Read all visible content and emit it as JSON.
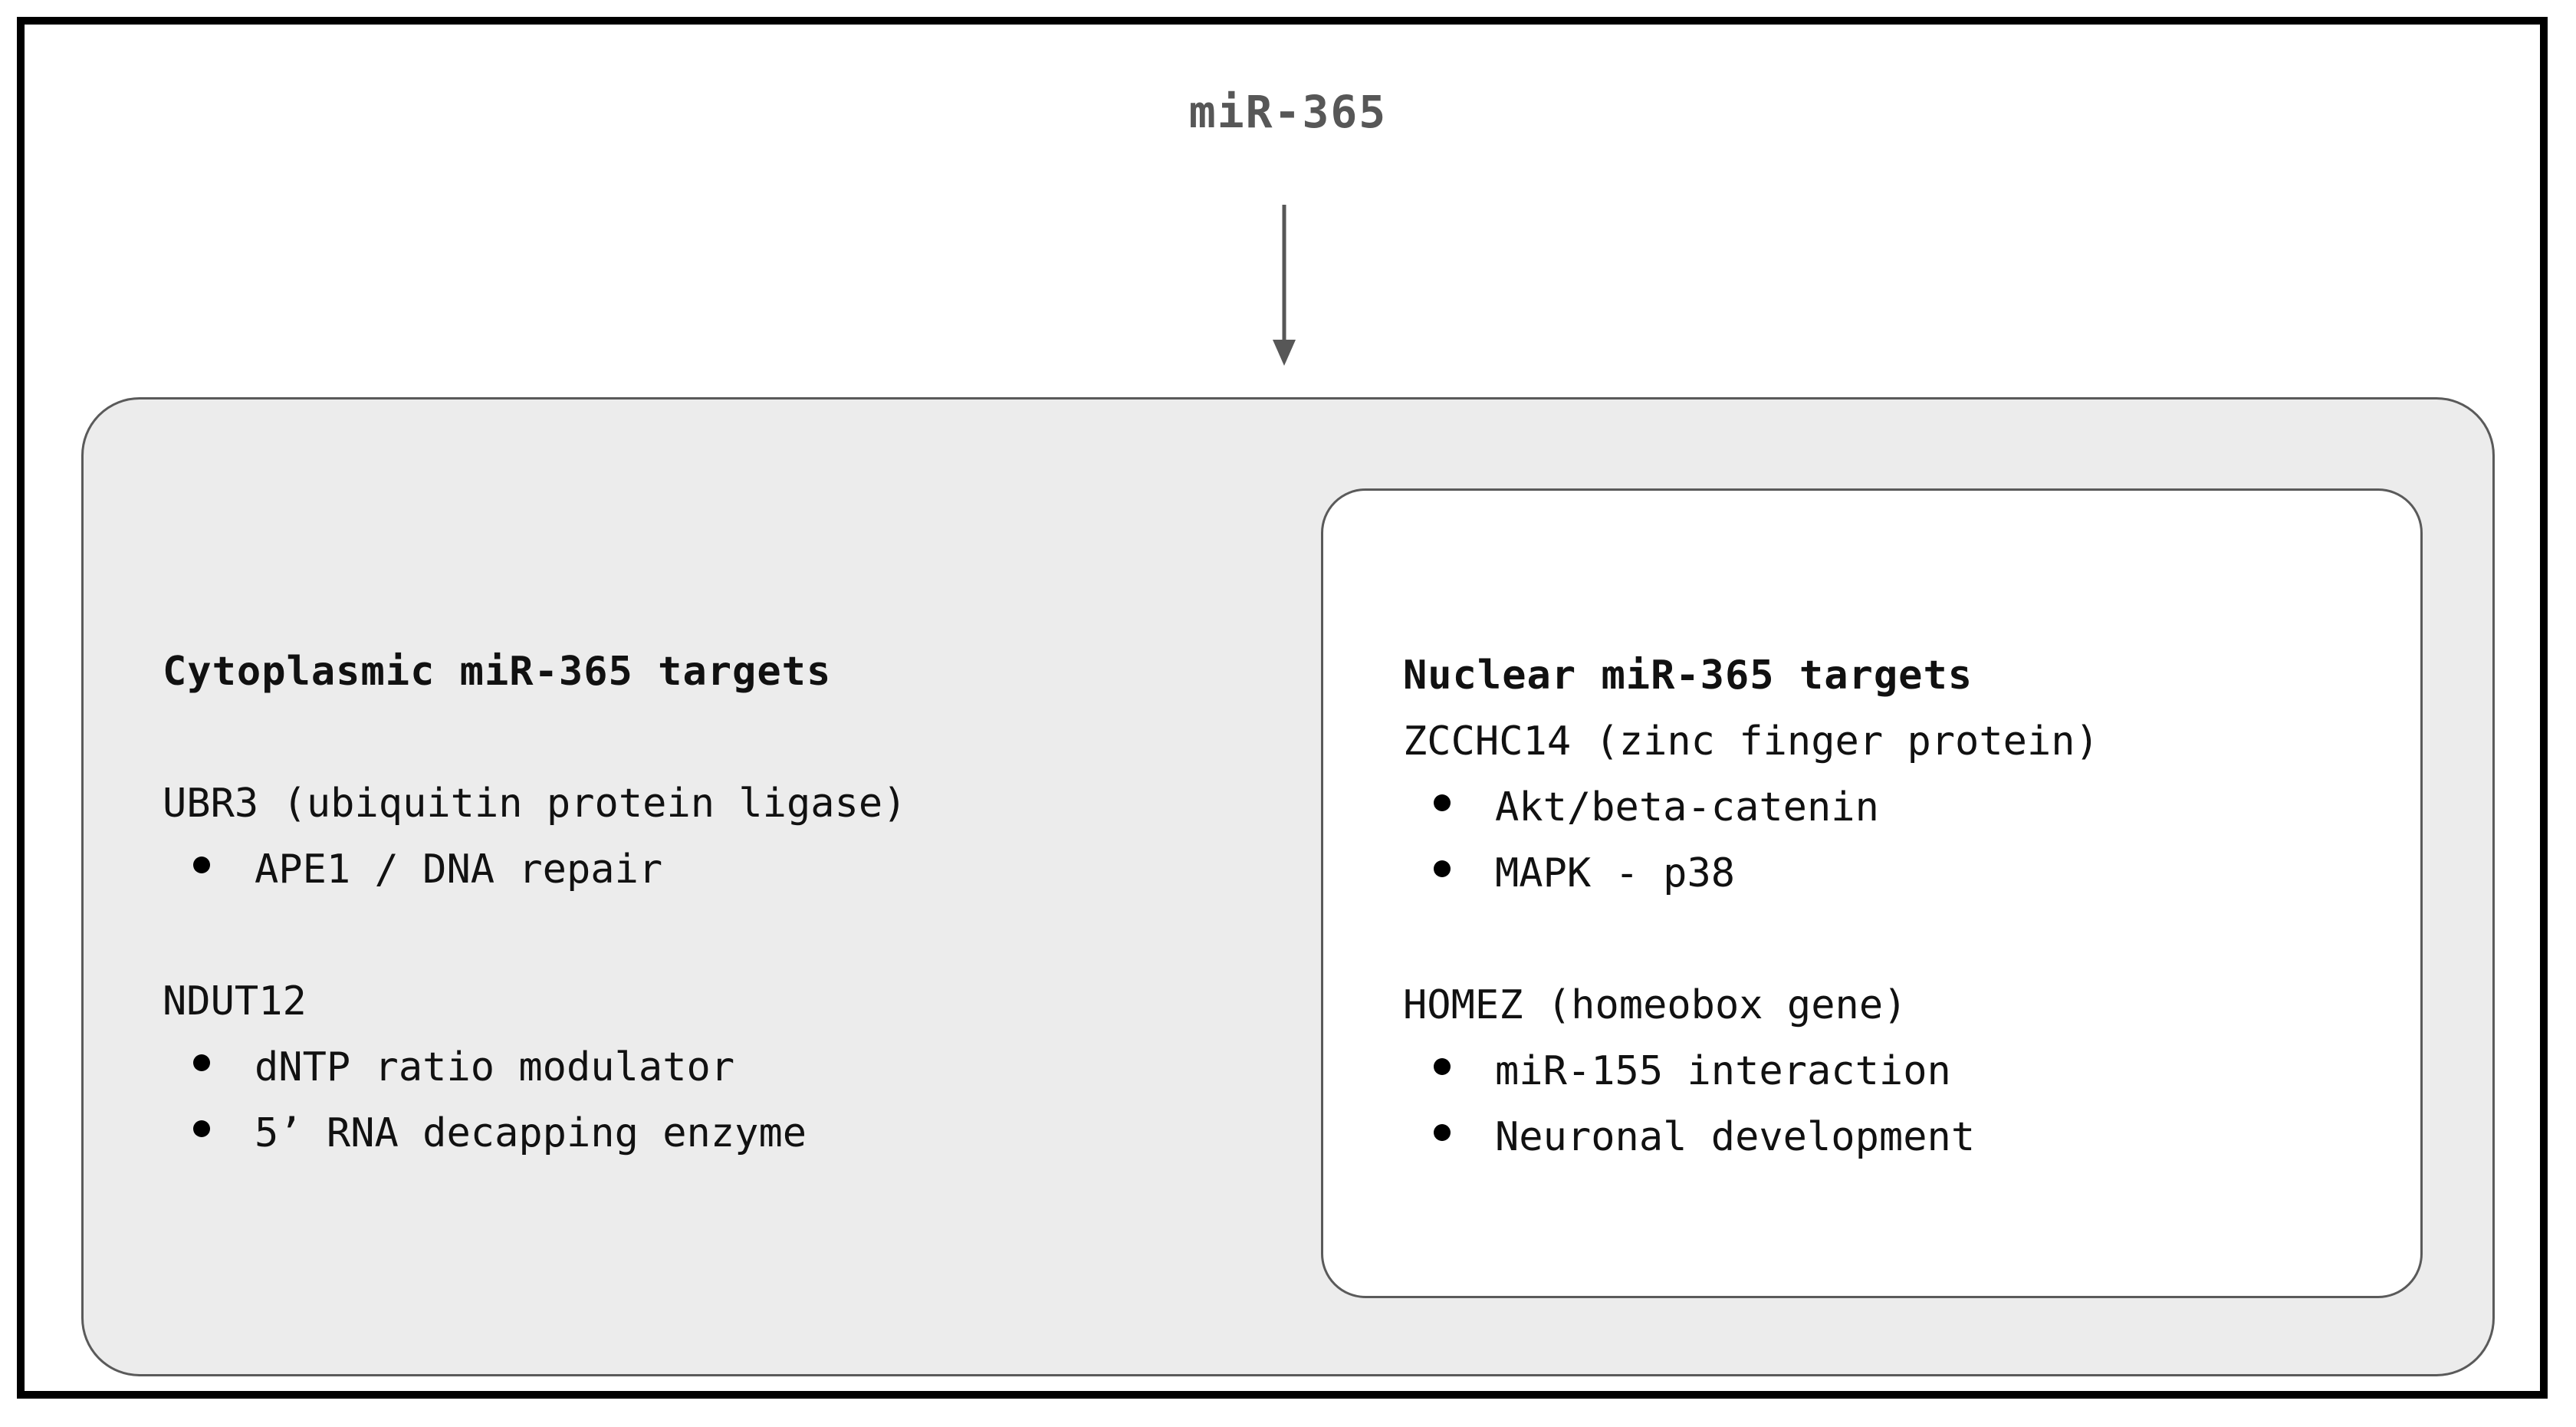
{
  "title": "miR-365",
  "arrow": {
    "name": "downward-arrow",
    "color": "#575757"
  },
  "colors": {
    "frame": "#000000",
    "cytoplasm_fill": "#ececec",
    "nucleus_fill": "#ffffff",
    "box_border": "#5a5a5a",
    "title_text": "#575757",
    "body_text": "#111111"
  },
  "cytoplasm": {
    "heading": "Cytoplasmic miR-365 targets",
    "groups": [
      {
        "label": "UBR3 (ubiquitin protein ligase)",
        "bullets": [
          "APE1 / DNA repair"
        ]
      },
      {
        "label": "NDUT12",
        "bullets": [
          "dNTP ratio modulator",
          "5’ RNA decapping enzyme"
        ]
      }
    ]
  },
  "nucleus": {
    "heading": "Nuclear miR-365 targets",
    "groups": [
      {
        "label": "ZCCHC14 (zinc finger protein)",
        "bullets": [
          "Akt/beta-catenin",
          "MAPK - p38"
        ]
      },
      {
        "label": "HOMEZ (homeobox gene)",
        "bullets": [
          "miR-155 interaction",
          "Neuronal development"
        ]
      }
    ]
  }
}
